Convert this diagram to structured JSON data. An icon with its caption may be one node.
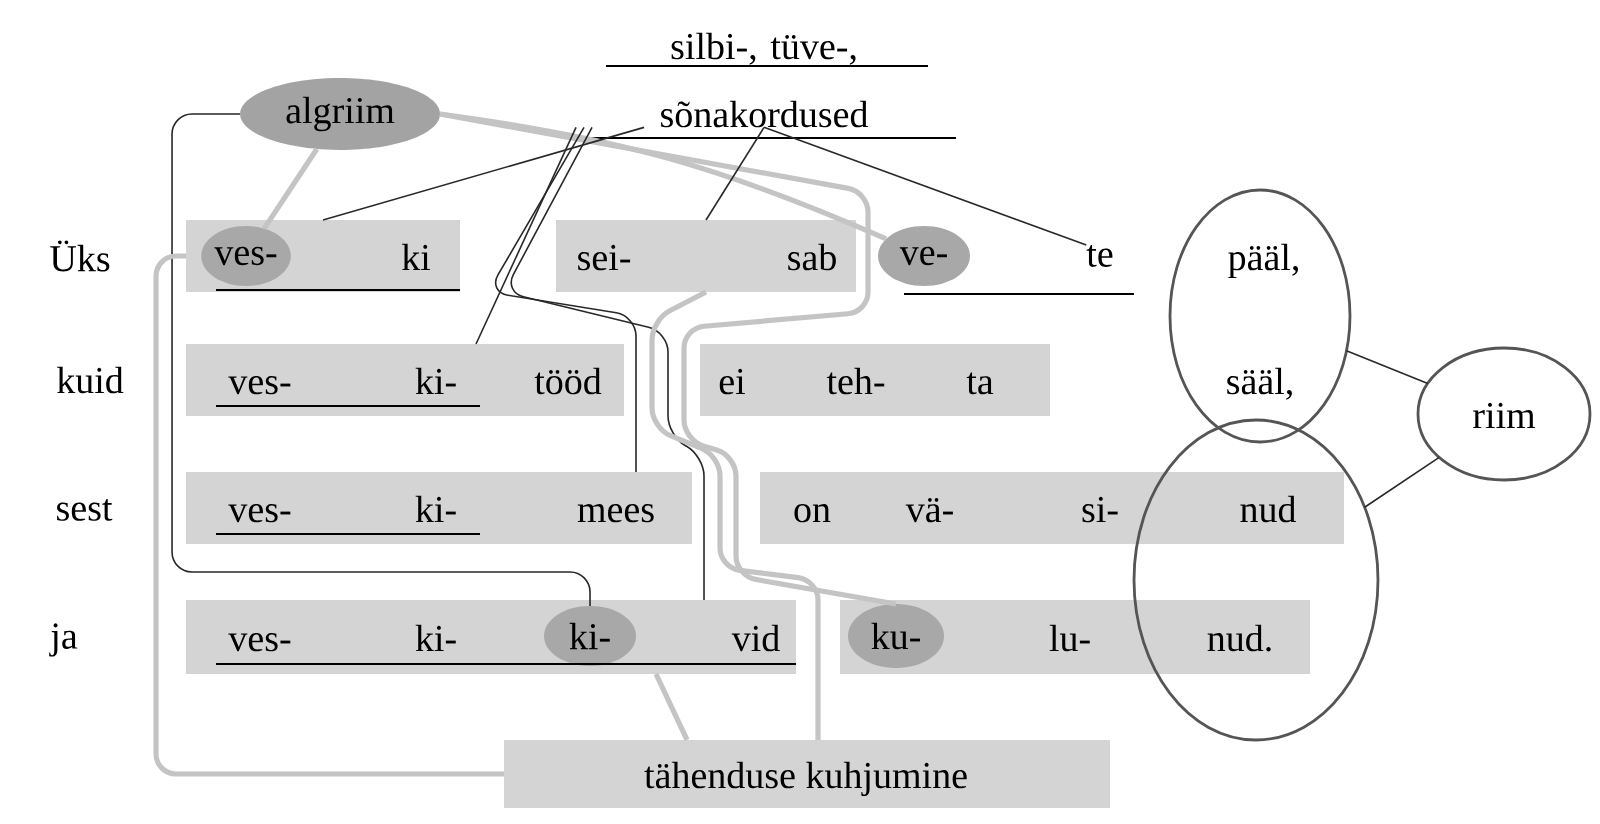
{
  "diagram": {
    "nodes": [
      {
        "text": [
          "algriim"
        ]
      },
      {
        "text": [
          "silbi-, tüve-, sõnakordused"
        ]
      },
      {
        "text": [
          "ki"
        ]
      },
      {
        "text": [
          "ves-"
        ],
        "in": 2
      },
      {
        "text": [
          "sei-",
          "sab"
        ]
      },
      {
        "text": [
          "ve-"
        ]
      },
      {
        "text": [
          "te"
        ]
      },
      {
        "text": [
          "pääl,",
          "sääl,"
        ]
      },
      {
        "text": [
          "riim"
        ]
      },
      {
        "text": [
          "ves-",
          "ki-",
          "tööd"
        ]
      },
      {
        "text": [
          "ei",
          "teh-",
          "ta"
        ]
      },
      {
        "text": [
          "ves-",
          "ki-",
          "mees"
        ]
      },
      {
        "text": [
          "on",
          "vä-",
          "si-",
          "nud"
        ]
      },
      {
        "text": [],
        "shape": "circle"
      },
      {
        "text": [
          "ves-",
          "ki-",
          "vid"
        ]
      },
      {
        "text": [
          "ki-"
        ],
        "in": 14
      },
      {
        "text": [
          "lu-",
          "nud."
        ]
      },
      {
        "text": [
          "ku-"
        ],
        "in": 16
      },
      {
        "text": [
          "tähenduse kuhjumine"
        ]
      }
    ],
    "edges": [
      {
        "from": 0,
        "to": 3,
        "arrow": "none",
        "style": "thick",
        "color": "#c4c4c4"
      },
      {
        "from": 0,
        "to": 5,
        "arrow": "none",
        "style": "thick",
        "color": "#c4c4c4"
      },
      {
        "from": 0,
        "to": 15,
        "arrow": "none"
      },
      {
        "from": 0,
        "to": 17,
        "arrow": "none",
        "style": "thick",
        "color": "#c4c4c4"
      },
      {
        "from": 1,
        "to": 2,
        "arrow": "none"
      },
      {
        "from": 1,
        "to": 9,
        "arrow": "none"
      },
      {
        "from": 1,
        "to": 11,
        "arrow": "none"
      },
      {
        "from": 1,
        "to": 14,
        "arrow": "none"
      },
      {
        "from": 1,
        "to": 4,
        "arrow": "none"
      },
      {
        "from": 1,
        "to": 6,
        "arrow": "none"
      },
      {
        "from": 7,
        "to": 8,
        "arrow": "none"
      },
      {
        "from": 13,
        "to": 8,
        "arrow": "none"
      },
      {
        "from": 2,
        "to": 18,
        "arrow": "none",
        "style": "thick",
        "color": "#c4c4c4"
      },
      {
        "from": 4,
        "to": 18,
        "arrow": "none",
        "style": "thick",
        "color": "#c4c4c4"
      },
      {
        "from": 14,
        "to": 18,
        "arrow": "none",
        "style": "thick",
        "color": "#c4c4c4"
      }
    ],
    "labels": [
      "Üks",
      "kuid",
      "sest",
      "ja"
    ]
  }
}
